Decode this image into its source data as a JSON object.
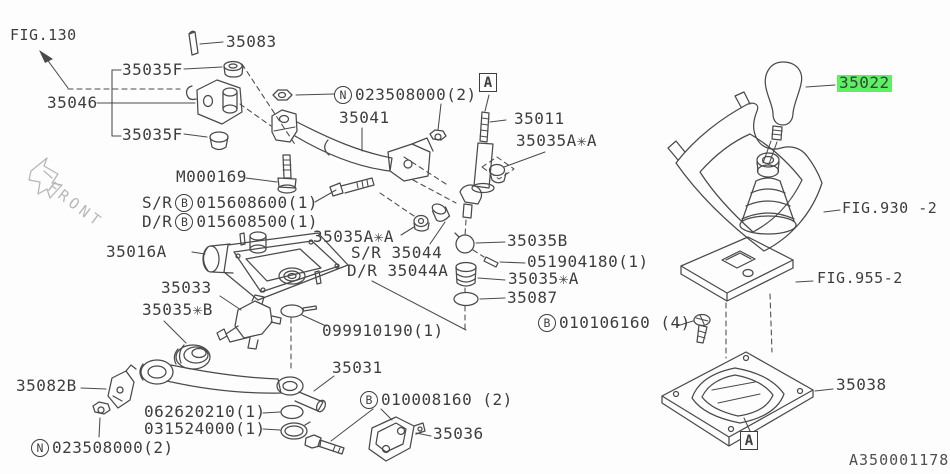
{
  "colors": {
    "highlight": "#5bf162",
    "line": "#4a4a4a"
  },
  "labels": {
    "fig130": "FIG.130",
    "p35083": "35083",
    "p35035f_upper": "35035F",
    "p35046": "35046",
    "p35035f_lower": "35035F",
    "m000169": "M000169",
    "nut_upper_circ": "N",
    "nut_upper_num": "023508000(2)",
    "p35041": "35041",
    "marker_a_top": "A",
    "p35011": "35011",
    "p35035aa_right": "35035A✳A",
    "sr_bolt_side": "S/R",
    "sr_bolt_circ": "B",
    "sr_bolt_num": "015608600(1)",
    "dr_bolt_side": "D/R",
    "dr_bolt_circ": "B",
    "dr_bolt_num": "015608500(1)",
    "p35035aa_left": "35035A✳A",
    "p35016a": "35016A",
    "sr_35044": "S/R 35044",
    "dr_35044a": "D/R 35044A",
    "p35035b": "35035B",
    "p051904180": "051904180(1)",
    "p35035a": "35035✳A",
    "p35087": "35087",
    "p35033": "35033",
    "p35035b_star": "35035✳B",
    "p099910190": "099910190(1)",
    "screw_circ": "B",
    "screw_num": "010106160 (4)",
    "p35082b": "35082B",
    "p35031": "35031",
    "bolt2_circ": "B",
    "bolt2_num": "010008160 (2)",
    "p062620210": "062620210(1)",
    "p031524000": "031524000(1)",
    "p35036": "35036",
    "nut_lower_circ": "N",
    "nut_lower_num": "023508000(2)",
    "p35022": "35022",
    "fig930": "FIG.930 -2",
    "fig955": "FIG.955-2",
    "p35038": "35038",
    "marker_a_bottom": "A",
    "front": "FRONT",
    "drawing_number": "A350001178"
  }
}
